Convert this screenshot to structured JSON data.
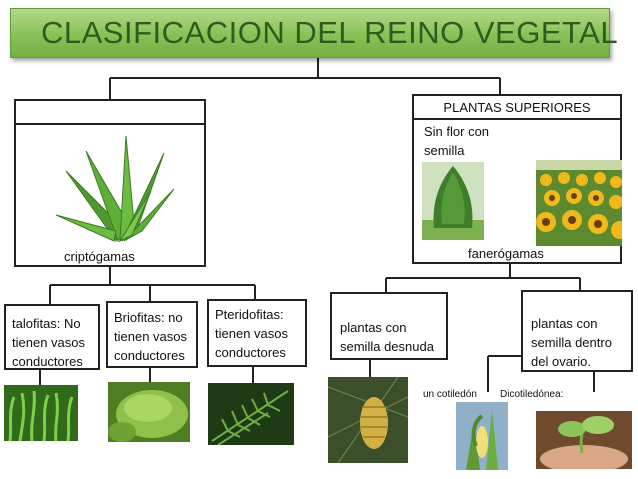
{
  "title": "CLASIFICACION DEL REINO VEGETAL",
  "left_branch": {
    "header": "",
    "caption": "criptógamas"
  },
  "right_branch": {
    "header": "PLANTAS SUPERIORES",
    "note": "Sin flor con semilla",
    "caption": "fanerógamas"
  },
  "cryptogam_groups": [
    {
      "text": "talofitas: No tienen vasos conductores"
    },
    {
      "text": "Briofitas: no tienen vasos conductores"
    },
    {
      "text": "Pteridofitas: tienen vasos conductores"
    }
  ],
  "phanerogam_groups": [
    {
      "text": "plantas con semilla desnuda"
    },
    {
      "text": "plantas con semilla dentro del ovario."
    }
  ],
  "angiosperm_labels": {
    "mono": "un cotiledón",
    "di": "Dicotiledónea:"
  },
  "colors": {
    "title_green": "#8cc35a",
    "title_text": "#2f5c1e",
    "line": "#222222"
  },
  "images": [
    "aloe-plant",
    "conifer-tree",
    "sunflower-field",
    "algae",
    "moss",
    "fern",
    "pine-cone",
    "corn-plant",
    "seedling-in-hand"
  ]
}
